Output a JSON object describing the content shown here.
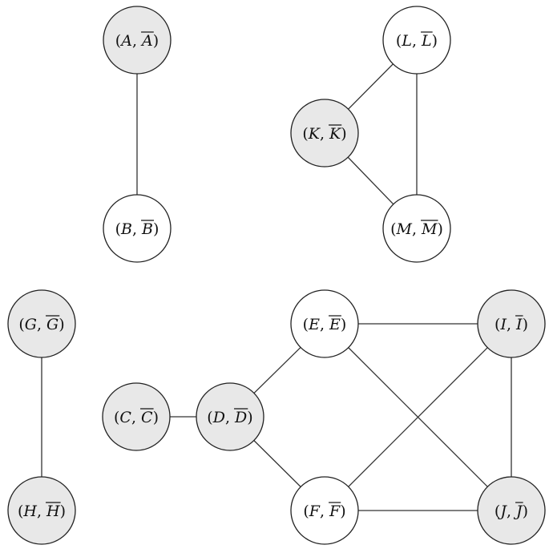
{
  "colors": {
    "shaded": "#e8e8e8",
    "unshaded": "#ffffff",
    "stroke": "#222222"
  },
  "nodes": [
    {
      "id": "A",
      "letter": "A",
      "shaded": true
    },
    {
      "id": "B",
      "letter": "B",
      "shaded": false
    },
    {
      "id": "L",
      "letter": "L",
      "shaded": false
    },
    {
      "id": "K",
      "letter": "K",
      "shaded": true
    },
    {
      "id": "M",
      "letter": "M",
      "shaded": false
    },
    {
      "id": "G",
      "letter": "G",
      "shaded": true
    },
    {
      "id": "H",
      "letter": "H",
      "shaded": true
    },
    {
      "id": "C",
      "letter": "C",
      "shaded": true
    },
    {
      "id": "D",
      "letter": "D",
      "shaded": true
    },
    {
      "id": "E",
      "letter": "E",
      "shaded": false
    },
    {
      "id": "F",
      "letter": "F",
      "shaded": false
    },
    {
      "id": "I",
      "letter": "I",
      "shaded": true
    },
    {
      "id": "J",
      "letter": "J",
      "shaded": true
    }
  ],
  "edges": [
    [
      "A",
      "B"
    ],
    [
      "L",
      "K"
    ],
    [
      "L",
      "M"
    ],
    [
      "K",
      "M"
    ],
    [
      "G",
      "H"
    ],
    [
      "C",
      "D"
    ],
    [
      "D",
      "E"
    ],
    [
      "D",
      "F"
    ],
    [
      "E",
      "I"
    ],
    [
      "E",
      "J"
    ],
    [
      "F",
      "I"
    ],
    [
      "F",
      "J"
    ],
    [
      "I",
      "J"
    ]
  ]
}
